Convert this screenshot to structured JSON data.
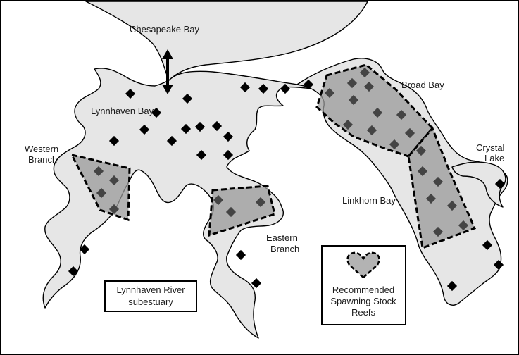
{
  "labels": {
    "chesapeake": "Chesapeake Bay",
    "lynnhaven_bay": "Lynnhaven Bay",
    "western_1": "Western",
    "western_2": "Branch",
    "broad_bay": "Broad Bay",
    "crystal_1": "Crystal",
    "crystal_2": "Lake",
    "linkhorn": "Linkhorn Bay",
    "eastern_1": "Eastern",
    "eastern_2": "Branch"
  },
  "subestuary_box": {
    "line1": "Lynnhaven River",
    "line2": "subestuary"
  },
  "legend": {
    "line1": "Recommended",
    "line2": "Spawning Stock",
    "line3": "Reefs"
  },
  "colors": {
    "water": "#e6e6e6",
    "reef_fill": "#999999",
    "oyster_marker": "#000000",
    "outline": "#000000"
  }
}
